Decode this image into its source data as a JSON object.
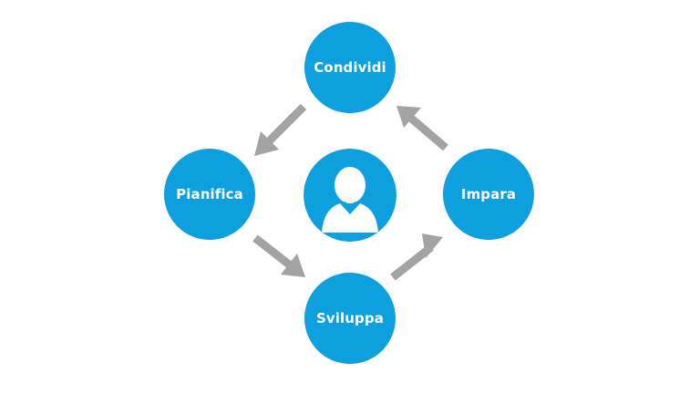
{
  "colors": {
    "node": "#0e9fde",
    "arrow": "#a3a3a3",
    "background": "#ffffff",
    "text": "#ffffff"
  },
  "nodes": {
    "top": "Condividi",
    "left": "Pianifica",
    "right": "Impara",
    "bottom": "Sviluppa"
  },
  "center_icon": "user-silhouette-icon"
}
